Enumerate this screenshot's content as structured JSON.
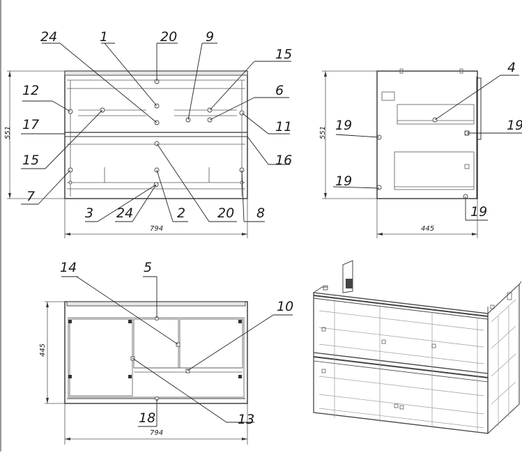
{
  "diagram": {
    "front_view": {
      "callouts": [
        "24",
        "1",
        "20",
        "9",
        "15",
        "12",
        "6",
        "17",
        "11",
        "15",
        "16",
        "7",
        "3",
        "24",
        "2",
        "20",
        "8"
      ],
      "dim_height": "551",
      "dim_width": "794"
    },
    "side_view": {
      "callouts": [
        "4",
        "19",
        "19",
        "19",
        "19"
      ],
      "dim_height": "551",
      "dim_depth": "445"
    },
    "top_view": {
      "callouts": [
        "14",
        "5",
        "10",
        "18",
        "13"
      ],
      "dim_depth": "445",
      "dim_width": "794"
    }
  }
}
